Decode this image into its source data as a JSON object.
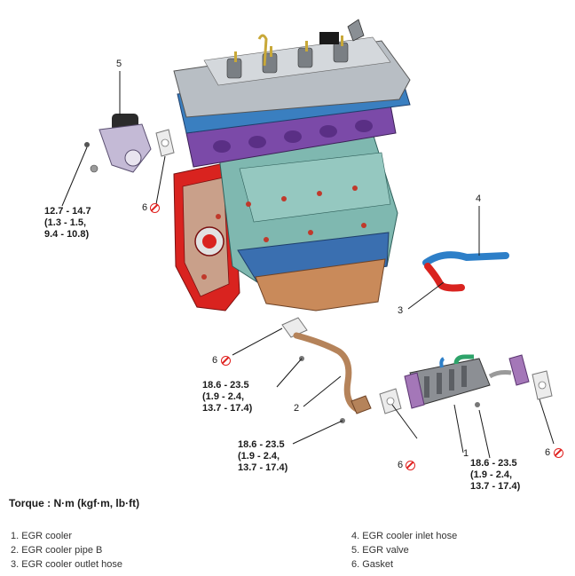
{
  "callouts": {
    "c1": "1",
    "c2": "2",
    "c3": "3",
    "c4": "4",
    "c5": "5",
    "c6": "6"
  },
  "torques": {
    "t_valve": [
      "12.7 - 14.7",
      "(1.3 - 1.5,",
      "9.4 - 10.8)"
    ],
    "t_pipe_upper": [
      "18.6 - 23.5",
      "(1.9 - 2.4,",
      "13.7 - 17.4)"
    ],
    "t_pipe_lower": [
      "18.6 - 23.5",
      "(1.9 - 2.4,",
      "13.7 - 17.4)"
    ],
    "t_cooler": [
      "18.6 - 23.5",
      "(1.9 - 2.4,",
      "13.7 - 17.4)"
    ]
  },
  "torque_title": "Torque : N·m (kgf·m, lb·ft)",
  "legend": {
    "left": [
      "1. EGR cooler",
      "2. EGR cooler pipe B",
      "3. EGR cooler outlet hose"
    ],
    "right": [
      "4. EGR cooler inlet hose",
      "5. EGR valve",
      "6. Gasket"
    ]
  },
  "colors": {
    "red_housing": "#d9231f",
    "block": "#7fb8b0",
    "head": "#b8bec4",
    "cam_cover_blue": "#3a7fc0",
    "manifold_purple": "#7b4aa8",
    "oil_pan": "#c98a5a",
    "no_reuse": "#e0201e"
  }
}
